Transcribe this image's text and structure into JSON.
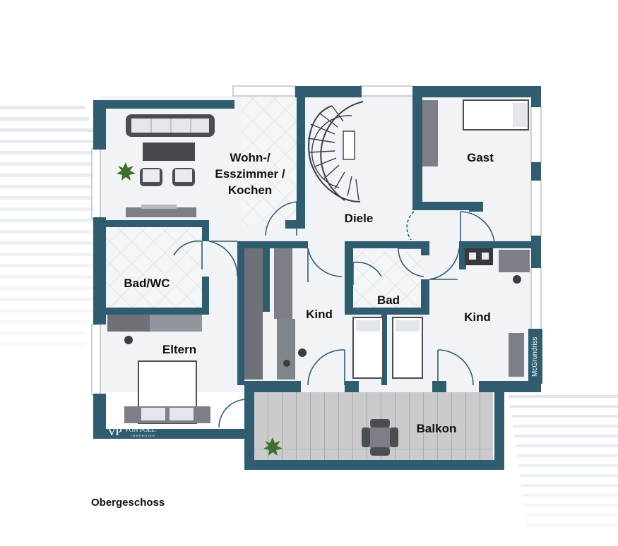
{
  "plan": {
    "caption": "Obergeschoss",
    "credit": "McGrundriss",
    "logo": {
      "mark": "VP",
      "name": "VON POLL",
      "sub": "IMMOBILIEN"
    },
    "colors": {
      "wall": "#2f5d6f",
      "floor": "#f2f3f6",
      "balcony": "#c9c9cb",
      "tile_line": "#d9dadd",
      "furniture": "#4a4d52",
      "stripe": "#cfd7df"
    },
    "rooms": [
      {
        "id": "wohnen",
        "label": "Wohn-/\nEsszimmer /\nKochen"
      },
      {
        "id": "diele",
        "label": "Diele"
      },
      {
        "id": "gast",
        "label": "Gast"
      },
      {
        "id": "badwc",
        "label": "Bad/WC"
      },
      {
        "id": "kind1",
        "label": "Kind"
      },
      {
        "id": "bad",
        "label": "Bad"
      },
      {
        "id": "kind2",
        "label": "Kind"
      },
      {
        "id": "eltern",
        "label": "Eltern"
      },
      {
        "id": "balkon",
        "label": "Balkon"
      }
    ],
    "icons": [
      "plant-icon",
      "spiral-staircase-icon",
      "bed-icon",
      "sofa-icon",
      "dining-table-icon",
      "desk-chair-icon",
      "wardrobe-icon"
    ]
  }
}
